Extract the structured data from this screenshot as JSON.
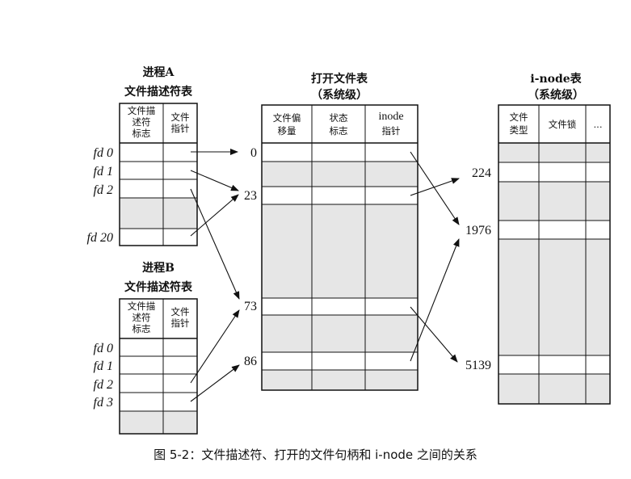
{
  "procA": {
    "title_line1": "进程A",
    "title_line2": "文件描述符表",
    "header_col1": [
      "文件描",
      "述符",
      "标志"
    ],
    "header_col2": [
      "文件",
      "指针"
    ],
    "fd_labels": [
      "fd 0",
      "fd 1",
      "fd 2",
      "fd 20"
    ]
  },
  "procB": {
    "title_line1": "进程B",
    "title_line2": "文件描述符表",
    "header_col1": [
      "文件描",
      "述符",
      "标志"
    ],
    "header_col2": [
      "文件",
      "指针"
    ],
    "fd_labels": [
      "fd 0",
      "fd 1",
      "fd 2",
      "fd 3"
    ]
  },
  "open_file_table": {
    "title_line1": "打开文件表",
    "title_line2": "（系统级）",
    "header_col1": [
      "文件偏",
      "移量"
    ],
    "header_col2": [
      "状态",
      "标志"
    ],
    "header_col3": [
      "inode",
      "指针"
    ],
    "row_labels": [
      "0",
      "23",
      "73",
      "86"
    ]
  },
  "inode_table": {
    "title_line1": "i-node表",
    "title_line2": "（系统级）",
    "header_col1": [
      "文件",
      "类型"
    ],
    "header_col2": "文件锁",
    "header_col3": "...",
    "row_labels": [
      "224",
      "1976",
      "5139"
    ]
  },
  "caption": "图 5-2：文件描述符、打开的文件句柄和 i-node 之间的关系",
  "colors": {
    "shade": "#e6e6e6",
    "line": "#111111"
  }
}
